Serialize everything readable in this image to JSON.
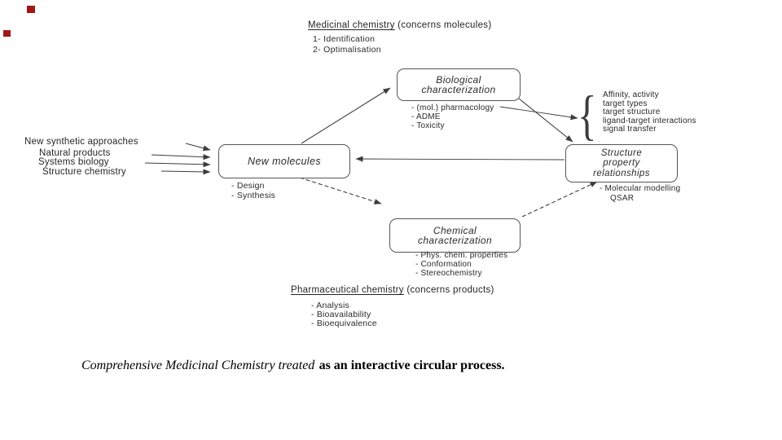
{
  "header": {
    "title": "Medicinal chemistry",
    "suffix": " (concerns molecules)",
    "items": [
      "1- Identification",
      "2- Optimalisation"
    ]
  },
  "inputs": [
    "New synthetic approaches",
    "Natural products",
    "Systems biology",
    "Structure chemistry"
  ],
  "boxes": {
    "new_molecules": {
      "label": "New molecules",
      "bullets": [
        "- Design",
        "- Synthesis"
      ]
    },
    "biological": {
      "label": "Biological\ncharacterization",
      "bullets": [
        "- (mol.) pharmacology",
        "- ADME",
        "- Toxicity"
      ]
    },
    "structure": {
      "label": "Structure\nproperty\nrelationships",
      "bullets": [
        "- Molecular modelling",
        "QSAR"
      ]
    },
    "chemical": {
      "label": "Chemical\ncharacterization",
      "bullets": [
        "- Phys. chem. properties",
        "- Conformation",
        "- Stereochemistry"
      ]
    }
  },
  "brace_glyph": "{",
  "target_list": [
    "Affinity, activity",
    "target types",
    "target structure",
    "ligand-target interactions",
    "signal transfer"
  ],
  "footer": {
    "title": "Pharmaceutical chemistry",
    "suffix": " (concerns products)",
    "items": [
      "- Analysis",
      "- Bioavailability",
      "- Bioequivalence"
    ]
  },
  "caption": {
    "italic": "Comprehensive Medicinal Chemistry treated",
    "bold": "as an interactive circular process."
  },
  "colors": {
    "accent_red": "#a01818",
    "line": "#3c3c3c",
    "text": "#2b2b2b"
  }
}
